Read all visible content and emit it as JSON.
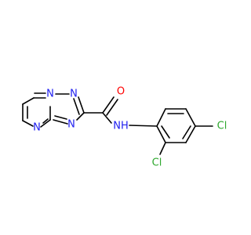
{
  "molecule": {
    "atoms": {
      "n_bridge": "N",
      "n_triazole_top": "N",
      "n_triazole_bottom": "N",
      "n_pyrimidine": "N",
      "carbonyl_oxygen": "O",
      "amide_nh": "NH",
      "cl_para": "Cl",
      "cl_ortho": "Cl"
    },
    "colors": {
      "nitrogen": "#2020f0",
      "oxygen": "#ff0000",
      "chlorine": "#2ea82e",
      "bond": "#000000"
    }
  }
}
